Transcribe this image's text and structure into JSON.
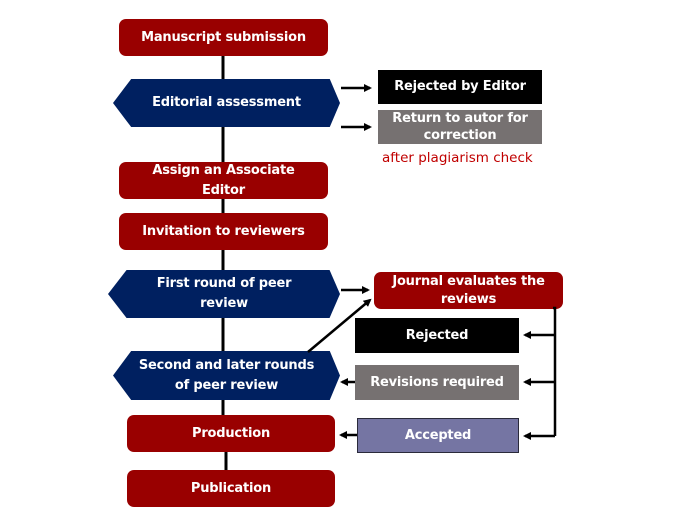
{
  "diagram": {
    "type": "flowchart",
    "main_flow": [
      {
        "id": "manuscript-submission",
        "label": "Manuscript submission",
        "shape": "rounded-rect",
        "color": "#990000"
      },
      {
        "id": "editorial-assessment",
        "label": "Editorial assessment",
        "shape": "hexagon",
        "color": "#002060"
      },
      {
        "id": "assign-associate-editor",
        "label": "Assign an Associate Editor",
        "shape": "rounded-rect",
        "color": "#990000"
      },
      {
        "id": "invitation-to-reviewers",
        "label": "Invitation to reviewers",
        "shape": "rounded-rect",
        "color": "#990000"
      },
      {
        "id": "first-round-peer-review",
        "label": "First round of peer review",
        "shape": "hexagon",
        "color": "#002060"
      },
      {
        "id": "second-later-rounds",
        "label": "Second and later rounds of peer review",
        "shape": "hexagon",
        "color": "#002060"
      },
      {
        "id": "production",
        "label": "Production",
        "shape": "rounded-rect",
        "color": "#990000"
      },
      {
        "id": "publication",
        "label": "Publication",
        "shape": "rounded-rect",
        "color": "#990000"
      }
    ],
    "editorial_outcomes": [
      {
        "id": "rejected-by-editor",
        "label": "Rejected by Editor",
        "color": "#000000"
      },
      {
        "id": "return-to-author",
        "label": "Return to autor for correction",
        "color": "#767171"
      }
    ],
    "editorial_note": "after plagiarism check",
    "journal_evaluation": {
      "id": "journal-evaluates",
      "label": "Journal  evaluates the reviews",
      "color": "#990000"
    },
    "review_outcomes": [
      {
        "id": "rejected",
        "label": "Rejected",
        "color": "#000000"
      },
      {
        "id": "revisions-required",
        "label": "Revisions required",
        "color": "#767171"
      },
      {
        "id": "accepted",
        "label": "Accepted",
        "color": "#7575a3"
      }
    ],
    "edges": [
      [
        "manuscript-submission",
        "editorial-assessment"
      ],
      [
        "editorial-assessment",
        "rejected-by-editor"
      ],
      [
        "editorial-assessment",
        "return-to-author"
      ],
      [
        "editorial-assessment",
        "assign-associate-editor"
      ],
      [
        "assign-associate-editor",
        "invitation-to-reviewers"
      ],
      [
        "invitation-to-reviewers",
        "first-round-peer-review"
      ],
      [
        "first-round-peer-review",
        "journal-evaluates"
      ],
      [
        "second-later-rounds",
        "journal-evaluates"
      ],
      [
        "journal-evaluates",
        "rejected"
      ],
      [
        "journal-evaluates",
        "revisions-required"
      ],
      [
        "journal-evaluates",
        "accepted"
      ],
      [
        "revisions-required",
        "second-later-rounds"
      ],
      [
        "accepted",
        "production"
      ],
      [
        "production",
        "publication"
      ]
    ]
  }
}
